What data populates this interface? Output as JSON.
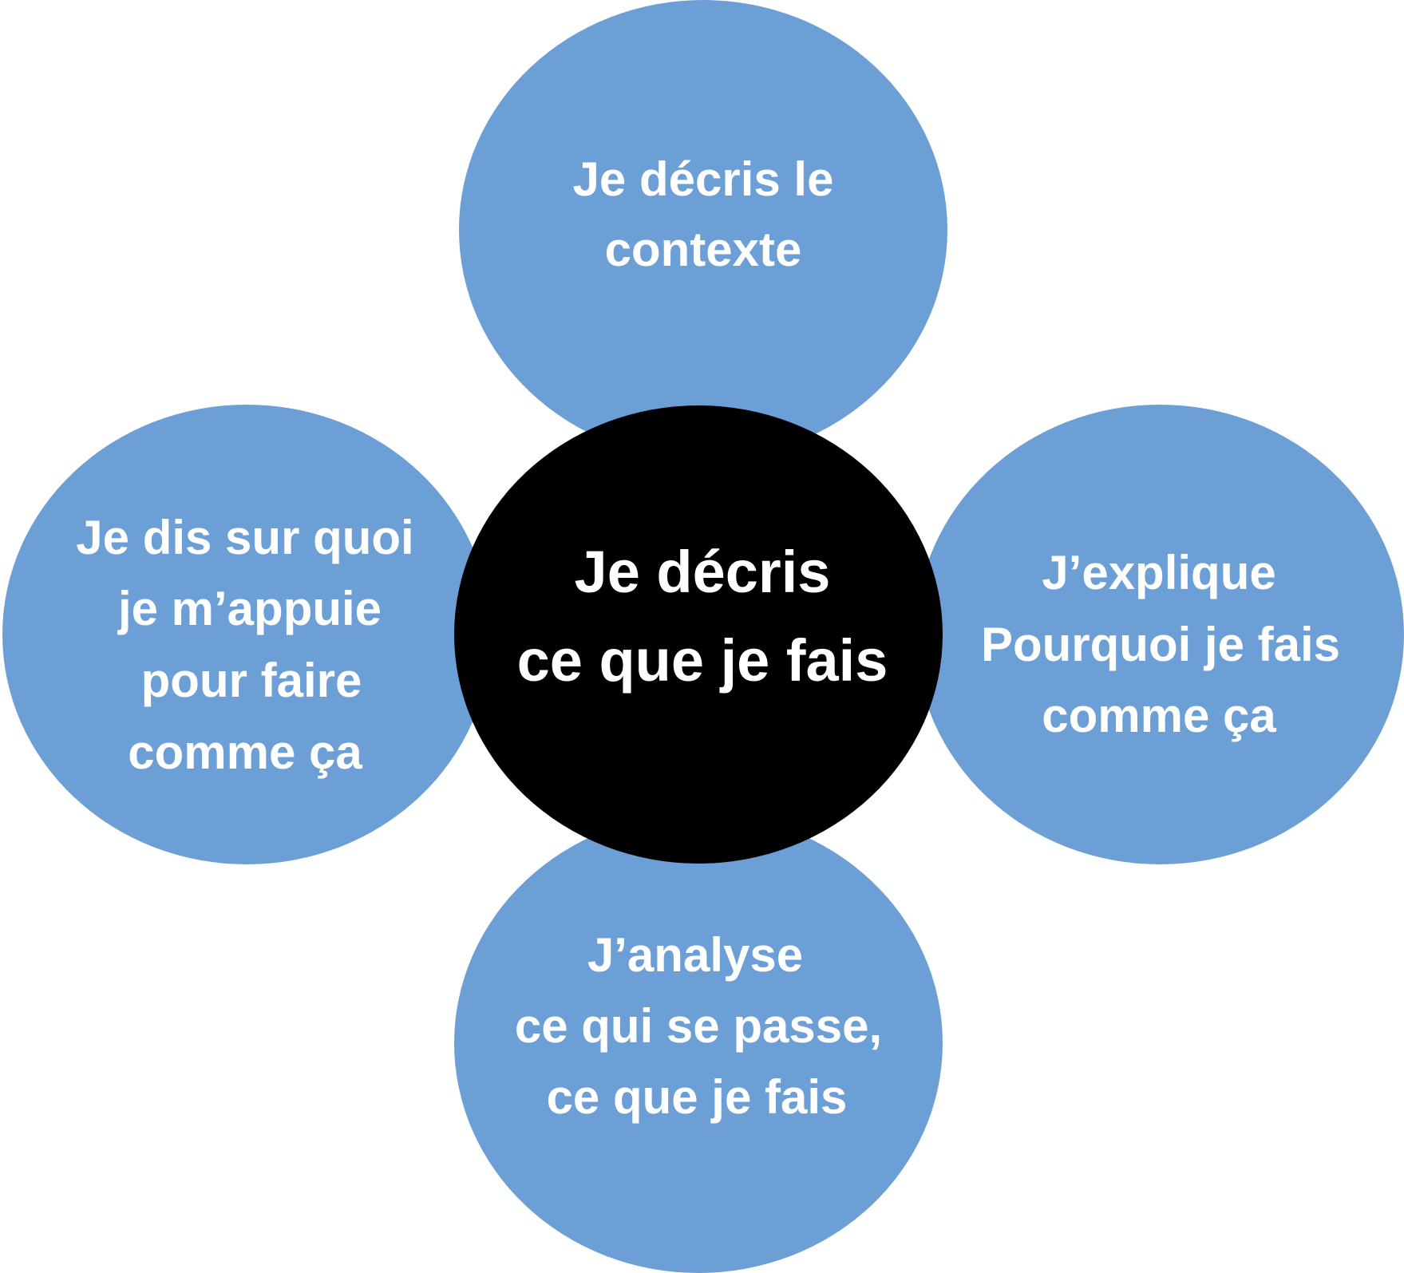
{
  "colors": {
    "satellite": "#6d9fd7",
    "center": "#000000",
    "text": "#ffffff"
  },
  "center": {
    "lines": [
      "Je décris",
      "ce que je fais"
    ]
  },
  "top": {
    "lines": [
      "Je décris le",
      "contexte"
    ]
  },
  "left": {
    "lines": [
      "Je dis sur quoi",
      "je m’appuie",
      "pour faire",
      "comme ça"
    ]
  },
  "right": {
    "lines": [
      "J’explique",
      "Pourquoi je fais",
      "comme ça"
    ]
  },
  "bottom": {
    "lines": [
      "J’analyse",
      "ce qui se passe,",
      "ce que je fais"
    ]
  }
}
